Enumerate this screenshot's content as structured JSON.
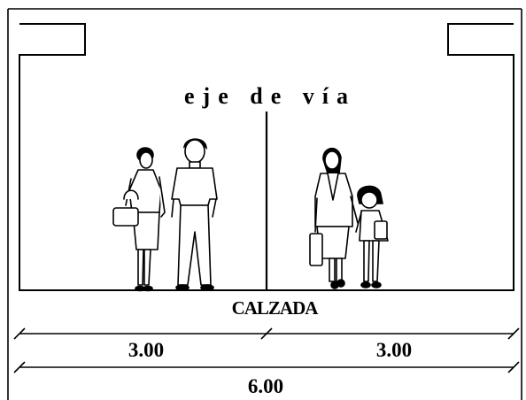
{
  "diagram": {
    "axis_label": "eje de vía",
    "road_label": "CALZADA",
    "dimensions": {
      "left_half": "3.00",
      "right_half": "3.00",
      "total": "6.00"
    }
  }
}
